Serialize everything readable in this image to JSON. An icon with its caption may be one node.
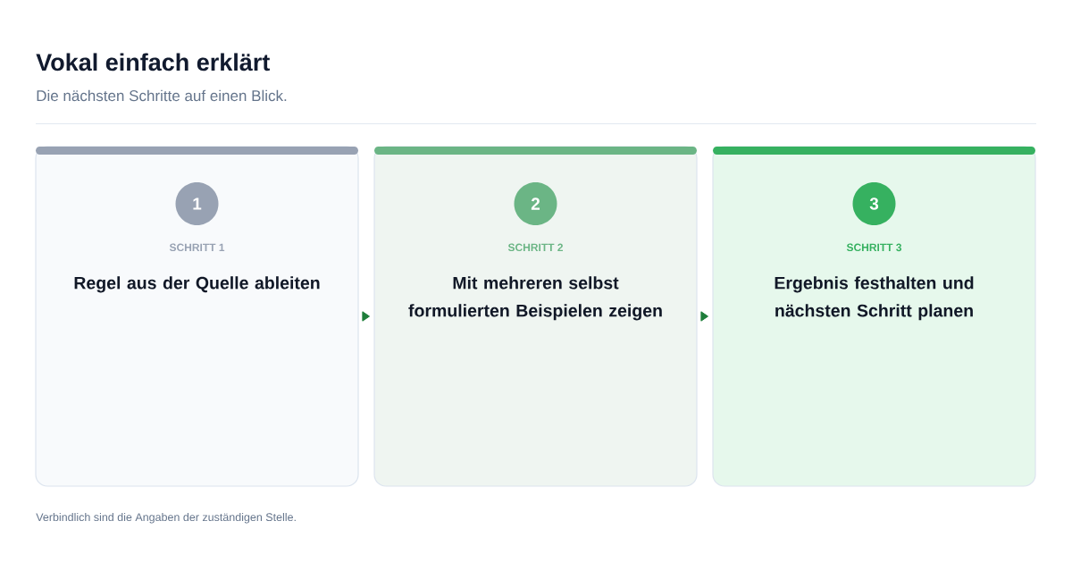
{
  "diagram": {
    "title": "Vokal einfach erklärt",
    "nodes": [
      {
        "text": [
          "SCHRITT 1",
          "Regel aus der Quelle ableiten"
        ]
      },
      {
        "text": [
          "1"
        ],
        "in": 0
      },
      {
        "text": [
          "SCHRITT 2",
          "Mit mehreren selbst formulierten Beispielen zeigen"
        ]
      },
      {
        "text": [
          "2"
        ],
        "in": 2
      },
      {
        "text": [
          "SCHRITT 3",
          "Ergebnis festhalten und nächsten Schritt planen"
        ]
      },
      {
        "text": [
          "3"
        ],
        "in": 4
      }
    ],
    "edges": [
      {
        "from": 0,
        "to": 2,
        "arrow": "to"
      },
      {
        "from": 2,
        "to": 4,
        "arrow": "to"
      }
    ],
    "labels": [
      "Die nächsten Schritte auf einen Blick.",
      "Verbindlich sind die Angaben der zuständigen Stelle."
    ]
  }
}
